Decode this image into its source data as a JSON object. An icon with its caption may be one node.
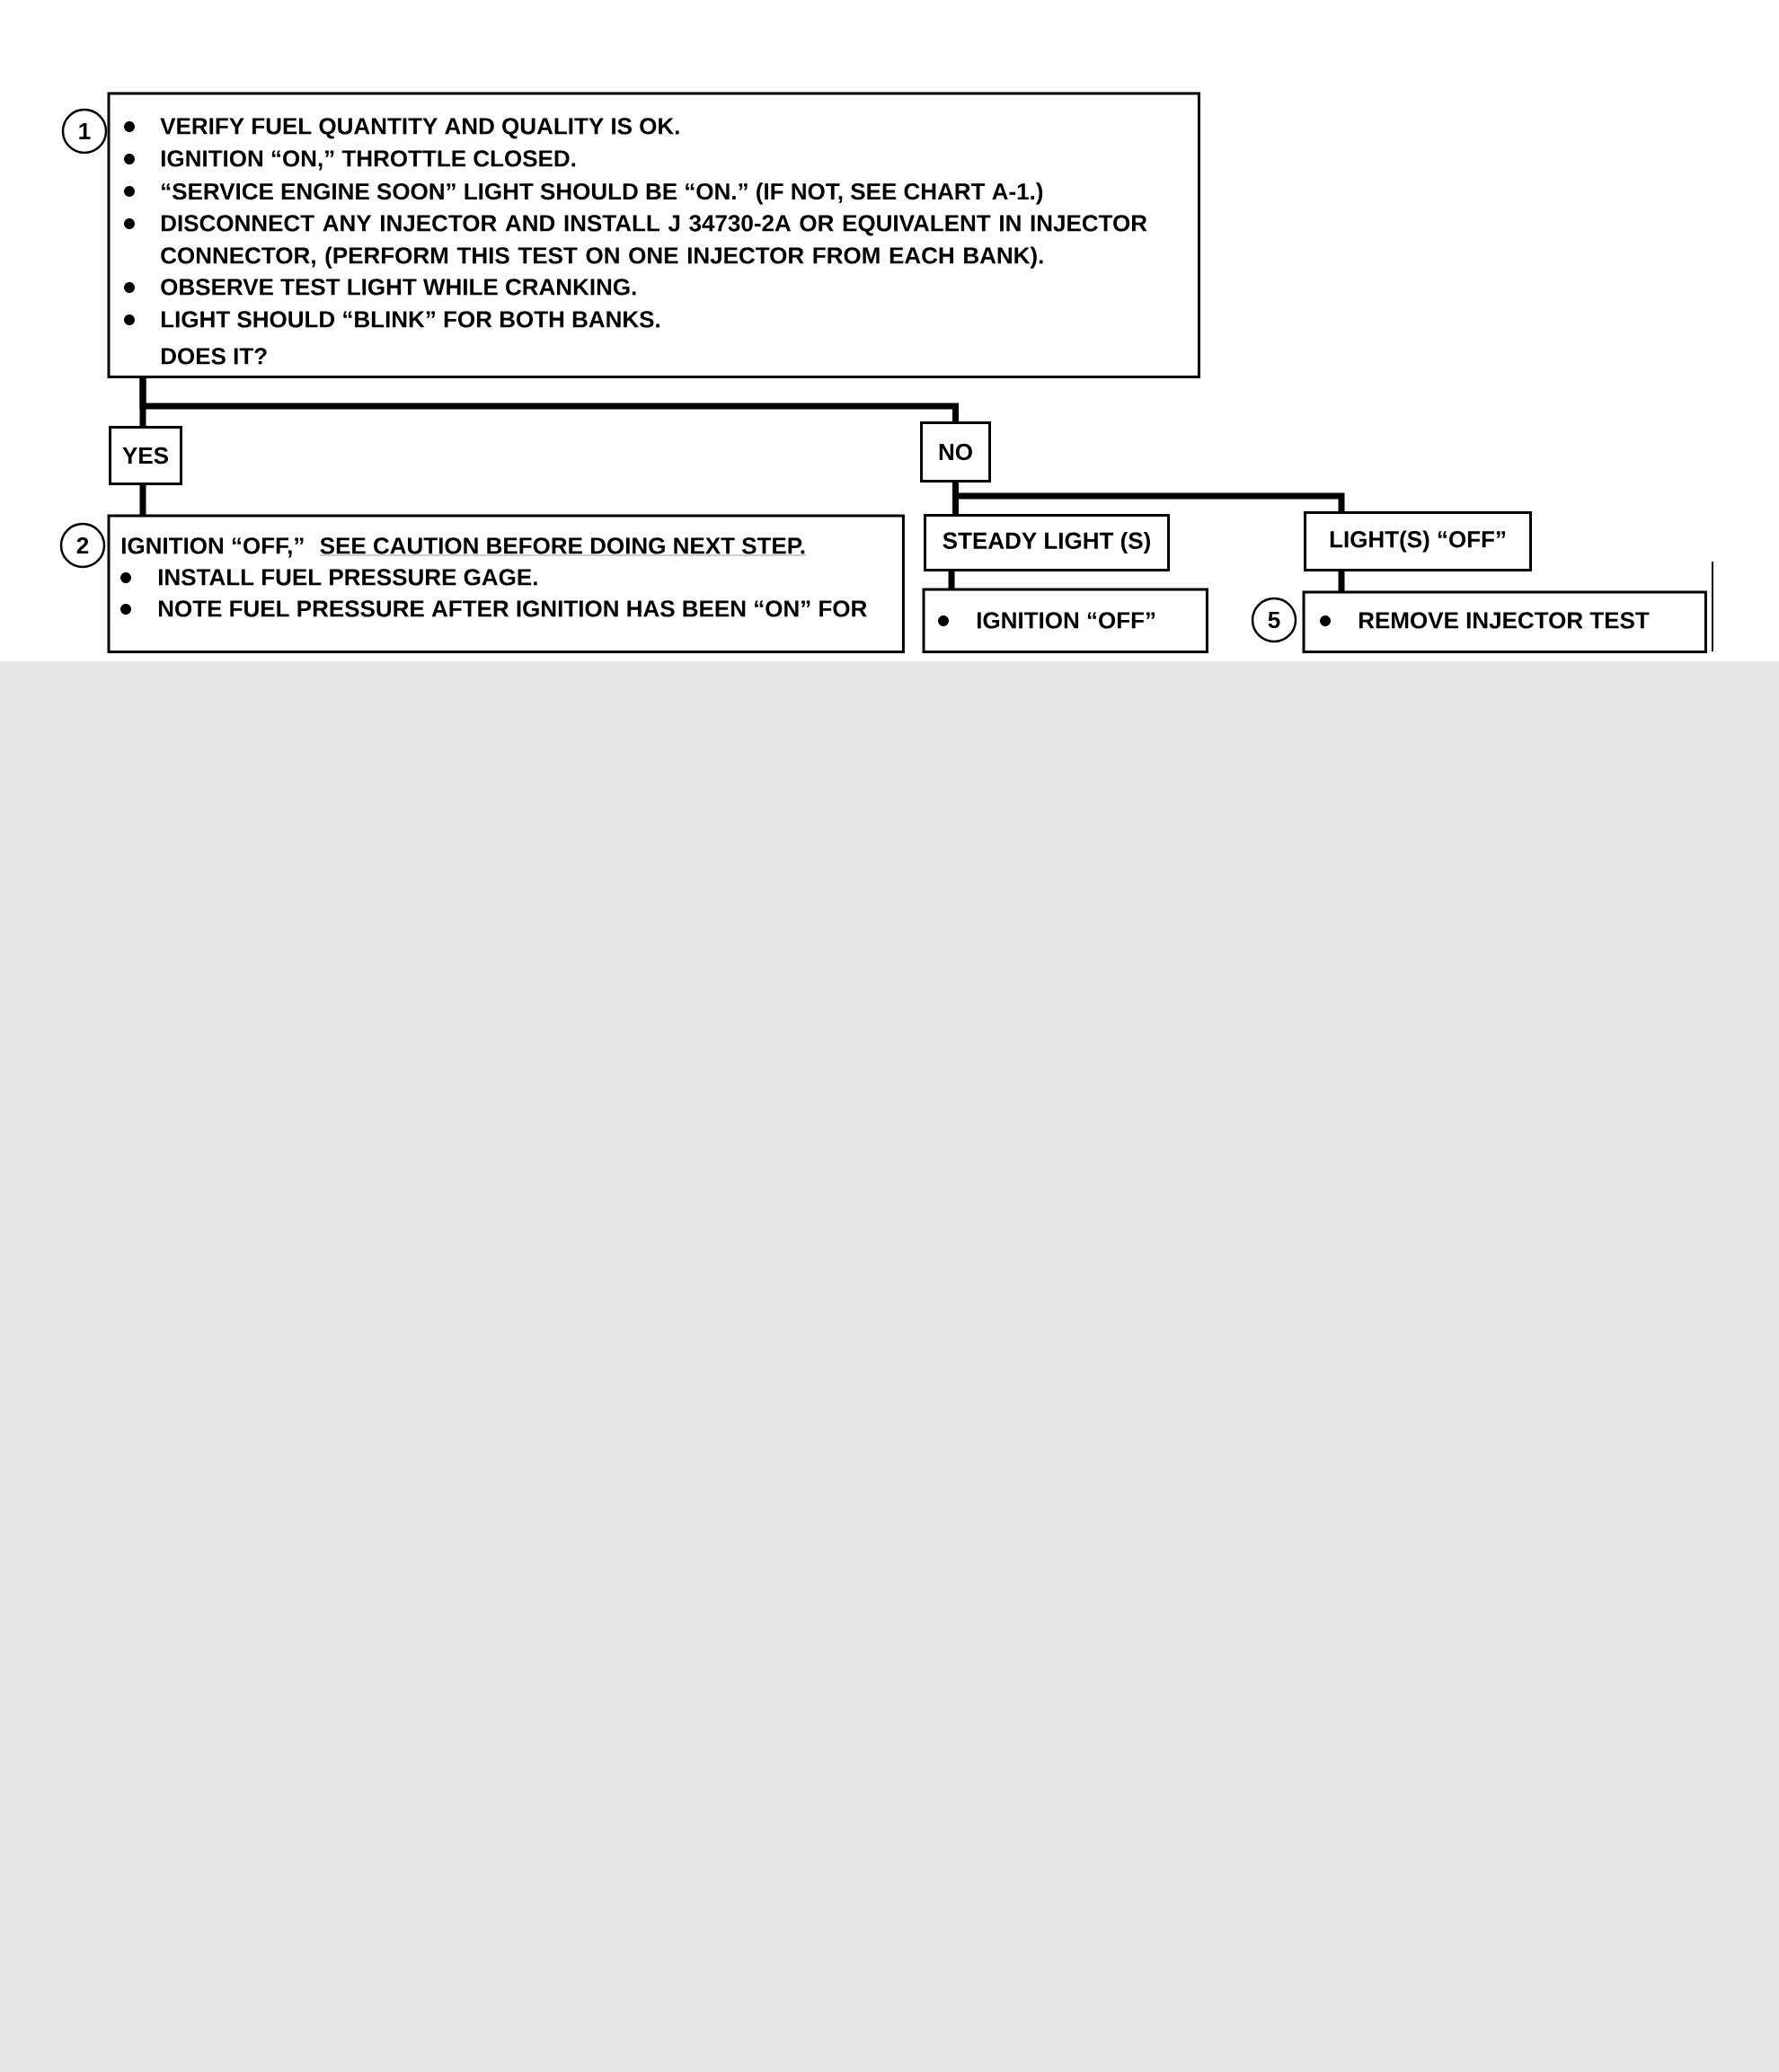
{
  "diagram": {
    "nodes": [
      {
        "text": [
          "VERIFY FUEL QUANTITY AND QUALITY IS OK.",
          "IGNITION “ON,” THROTTLE CLOSED.",
          "“SERVICE ENGINE SOON” LIGHT SHOULD BE “ON.” (IF NOT, SEE CHART A-1.)",
          "DISCONNECT ANY INJECTOR AND INSTALL J 34730-2A OR EQUIVALENT IN INJECTOR CONNECTOR, (PERFORM THIS TEST ON ONE INJECTOR FROM EACH BANK).",
          "OBSERVE TEST LIGHT WHILE CRANKING.",
          "LIGHT SHOULD “BLINK” FOR BOTH BANKS.",
          "DOES IT?"
        ],
        "beside": [
          "1"
        ]
      },
      {
        "text": [
          "YES"
        ]
      },
      {
        "text": [
          "NO"
        ]
      },
      {
        "text": [
          "IGNITION “OFF,”",
          "SEE CAUTION BEFORE DOING NEXT STEP.",
          "INSTALL FUEL PRESSURE GAGE.",
          "NOTE FUEL PRESSURE AFTER IGNITION HAS BEEN “ON” FOR"
        ],
        "beside": [
          "2"
        ]
      },
      {
        "text": [
          "STEADY LIGHT (S)"
        ]
      },
      {
        "text": [
          "LIGHT(S) “OFF”"
        ]
      },
      {
        "text": [
          "IGNITION “OFF”"
        ]
      },
      {
        "text": [
          "REMOVE INJECTOR TEST"
        ],
        "beside": [
          "5"
        ]
      }
    ],
    "edges": [
      {
        "from": 0,
        "to": 1,
        "arrow": "none"
      },
      {
        "from": 0,
        "to": 2,
        "arrow": "none"
      },
      {
        "from": 1,
        "to": 3,
        "arrow": "none"
      },
      {
        "from": 2,
        "to": 4,
        "arrow": "none"
      },
      {
        "from": 2,
        "to": 5,
        "arrow": "none"
      },
      {
        "from": 4,
        "to": 6,
        "arrow": "none"
      },
      {
        "from": 5,
        "to": 7,
        "arrow": "none"
      }
    ]
  }
}
